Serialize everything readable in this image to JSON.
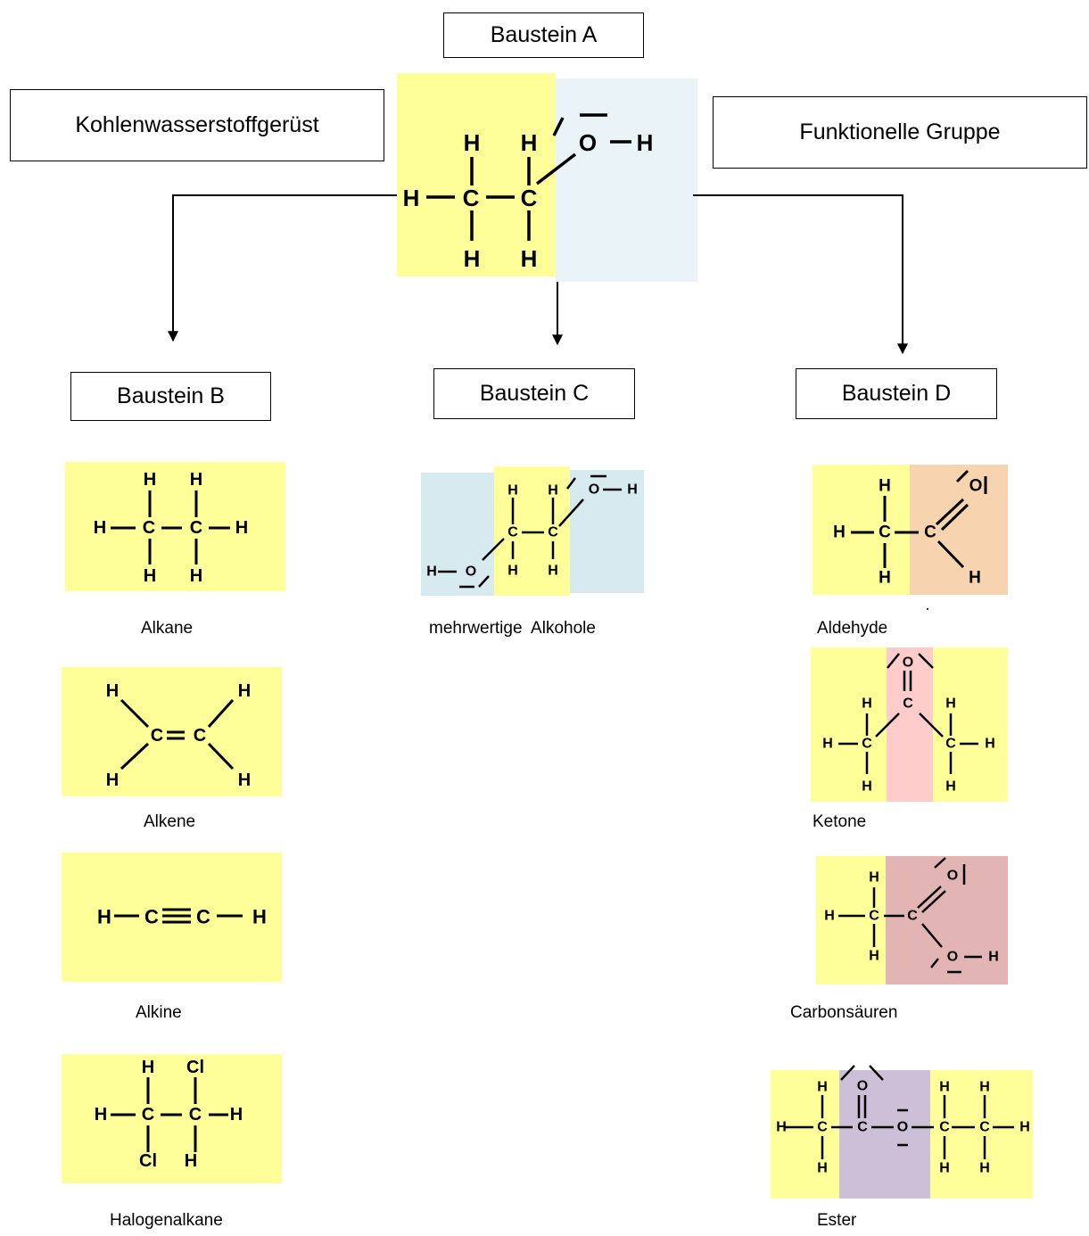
{
  "boxes": {
    "a": "Baustein A",
    "b": "Baustein B",
    "c": "Baustein C",
    "d": "Baustein D",
    "skeleton": "Kohlenwasserstoffgerüst",
    "functional": "Funktionelle Gruppe"
  },
  "captions": {
    "alkane": "Alkane",
    "alkene": "Alkene",
    "alkine": "Alkine",
    "halogen": "Halogenalkane",
    "alcohols": "mehrwertige  Alkohole",
    "aldehyde": "Aldehyde",
    "ketone": "Ketone",
    "acids": "Carbonsäuren",
    "ester": "Ester"
  },
  "colors": {
    "yellow": "#ffff99",
    "light_blue": "#eaf4f8",
    "blue": "#d6eaf0",
    "orange": "#f8d3b0",
    "pink": "#ffcccc",
    "dusty_red": "#e2b4b4",
    "purple": "#cdbfd8"
  }
}
